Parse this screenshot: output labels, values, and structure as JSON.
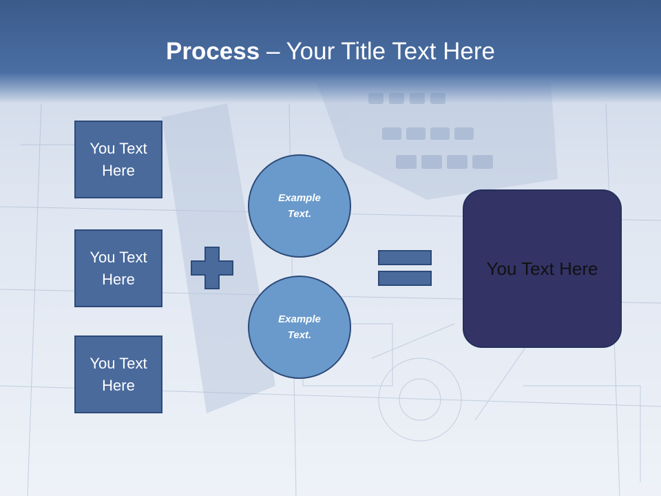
{
  "title": {
    "bold": "Process",
    "rest": " – Your Title Text Here"
  },
  "left_boxes": [
    {
      "label": "You Text Here"
    },
    {
      "label": "You Text Here"
    },
    {
      "label": "You Text Here"
    }
  ],
  "circles": [
    {
      "label": "Example Text."
    },
    {
      "label": "Example Text."
    }
  ],
  "result": {
    "label": "You Text Here"
  },
  "colors": {
    "title_band": "#4a6ea3",
    "box_fill": "#4a6a9c",
    "circle_fill": "#6a9acb",
    "result_fill": "#333366",
    "outline": "#2c4a78"
  }
}
